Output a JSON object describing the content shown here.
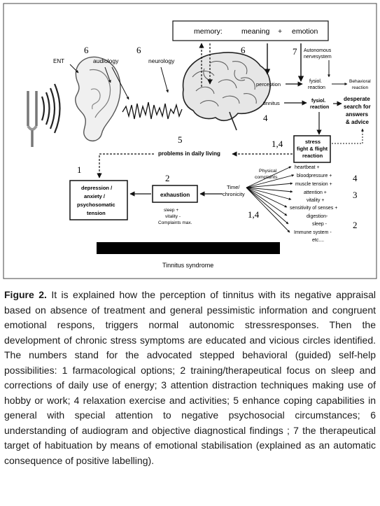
{
  "diagram": {
    "top_box": {
      "memory": "memory:",
      "meaning": "meaning",
      "plus": "+",
      "emotion": "emotion"
    },
    "labels": {
      "ent": "ENT",
      "audiology": "audiology",
      "neurology": "neurology",
      "autonomous_nervesystem": [
        "Autonomous",
        "nervesystem"
      ],
      "perception": "perception",
      "tinnitus": "tinnitus",
      "fysiol_reaction_1": [
        "fysiol.",
        "reaction"
      ],
      "fysiol_reaction_2": [
        "fysiol.",
        "reaction"
      ],
      "behavioral_reaction": [
        "Behavioral",
        "reaction"
      ],
      "desperate_search": [
        "desperate",
        "search for",
        "answers",
        "& advice"
      ],
      "stress_box": [
        "stress",
        "fight & flight",
        "reaction"
      ],
      "problems": "problems in daily living",
      "depression_box": [
        "depression /",
        "anxiety /",
        "psychosomatic",
        "tension"
      ],
      "exhaustion_box": "exhaustion",
      "exhaustion_notes": [
        "sleep +",
        "vitality -",
        "Complaints max."
      ],
      "time_chronicity": [
        "Time/",
        "chronicity"
      ],
      "physical_complaints": [
        "Physical",
        "complaints"
      ],
      "symptoms": [
        "heartbeat +",
        "bloodpressure +",
        "muscle tension +",
        "attention +",
        "vitality +",
        "sensitivity of senses +",
        "digestion-",
        "sleep -",
        "Immune system -",
        "etc...."
      ],
      "tinnitus_syndrome": "Tinnitus syndrome"
    },
    "numbers": {
      "n6_ent": "6",
      "n6_audiology": "6",
      "n6_brain": "6",
      "n7": "7",
      "n4_tinnitus": "4",
      "n5": "5",
      "n14_stress": "1,4",
      "n1": "1",
      "n2_exhaustion": "2",
      "n14_time": "1,4",
      "n4_symptoms": "4",
      "n3_symptoms": "3",
      "n2_symptoms": "2"
    }
  },
  "caption": {
    "label": "Figure 2.",
    "text": " It is explained how the perception of tinnitus with its negative appraisal based on absence of treatment and general pessimistic information and congruent emotional respons, triggers normal autonomic stressresponses. Then the development of chronic stress symptoms are educated and vicious circles identified. The numbers stand for the advocated stepped behavioral (guided) self-help possibilities: 1 farmacological options; 2 training/therapeutical focus on sleep and corrections of daily use of energy; 3 attention distraction techniques making use of hobby or work; 4 relaxation exercise and activities; 5 enhance coping capabilities in general with special attention to negative psychosocial circumstances; 6 understanding of audiogram and objective diagnostical findings ; 7 the therapeutical target of habituation by means of emotional stabilisation (explained as an automatic consequence of positive labelling)."
  }
}
